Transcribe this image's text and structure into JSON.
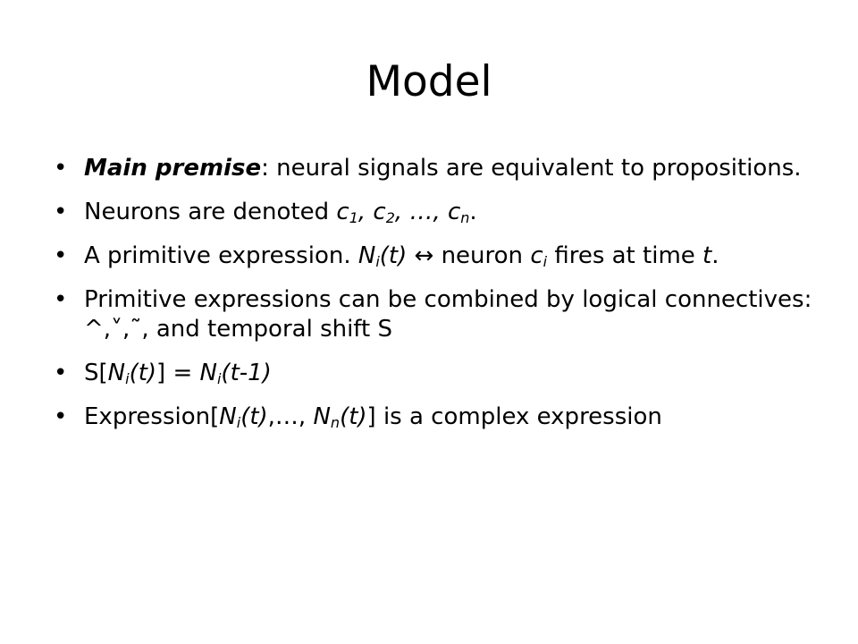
{
  "slide": {
    "title": "Model",
    "bullet_char": "•",
    "b1": {
      "label": "Main premise",
      "colon": ":",
      "text": " neural signals are equivalent to propositions."
    },
    "b2": {
      "pre": "Neurons are denoted ",
      "c": "c",
      "s1": "1",
      "sep": ", ",
      "s2": "2",
      "dots": "…",
      "sn": "n",
      "end": "."
    },
    "b3": {
      "pre": "A primitive expression. ",
      "N": "N",
      "i": "i",
      "t": "(t)",
      "arrow": " ↔ ",
      "mid": "neuron ",
      "c": "c",
      "post": " fires at time ",
      "tt": "t",
      "end": "."
    },
    "b4": {
      "text": "Primitive expressions can be combined  by logical connectives: ^,˅,˜, and temporal shift S"
    },
    "b5": {
      "pre": "S[",
      "N": "N",
      "i": "i",
      "t1": "(t)",
      "mid": "] = ",
      "t2": "(t-1)"
    },
    "b6": {
      "pre": "Expression[",
      "N": "N",
      "i": "i",
      "t": "(t)",
      "mid": ",…, ",
      "n": "n",
      "post": "] is a complex expression"
    }
  }
}
